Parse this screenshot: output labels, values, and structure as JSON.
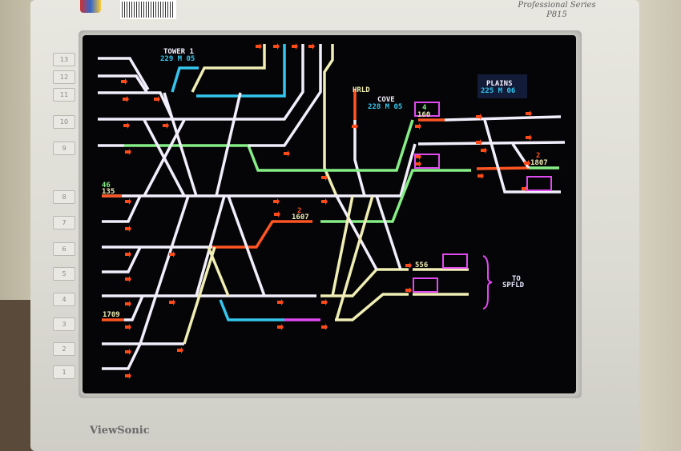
{
  "monitor": {
    "brand": "ViewSonic",
    "series_line1": "Professional Series",
    "series_line2": "P815",
    "row_tabs": [
      "13",
      "12",
      "11",
      "10",
      "9",
      "8",
      "7",
      "6",
      "5",
      "4",
      "3",
      "2",
      "1"
    ]
  },
  "colors": {
    "track_idle": "#f2eefc",
    "track_yellow": "#f0eeb4",
    "track_cyan": "#34c6ee",
    "track_green": "#86ee86",
    "track_route": "#ff5522",
    "track_magenta": "#e04af0",
    "signal": "#ff4a1a",
    "screen_bg": "#050507"
  },
  "diagram": {
    "towers": [
      {
        "name": "TOWER 1",
        "code": "229 M 05"
      },
      {
        "name": "COVE",
        "code": "228 M 05"
      },
      {
        "name": "PLAINS",
        "code": "225 M 06"
      }
    ],
    "location_labels": {
      "hrld": "HRLD",
      "to": "TO",
      "spfld": "SPFLD"
    },
    "train_tags": [
      {
        "top": "46",
        "bottom": "135"
      },
      {
        "top": "2",
        "bottom": "1607"
      },
      {
        "top": "4",
        "bottom": "160"
      },
      {
        "top": "2",
        "bottom": "1807"
      },
      {
        "top": "",
        "bottom": "556"
      },
      {
        "top": "",
        "bottom": "1709"
      }
    ]
  }
}
